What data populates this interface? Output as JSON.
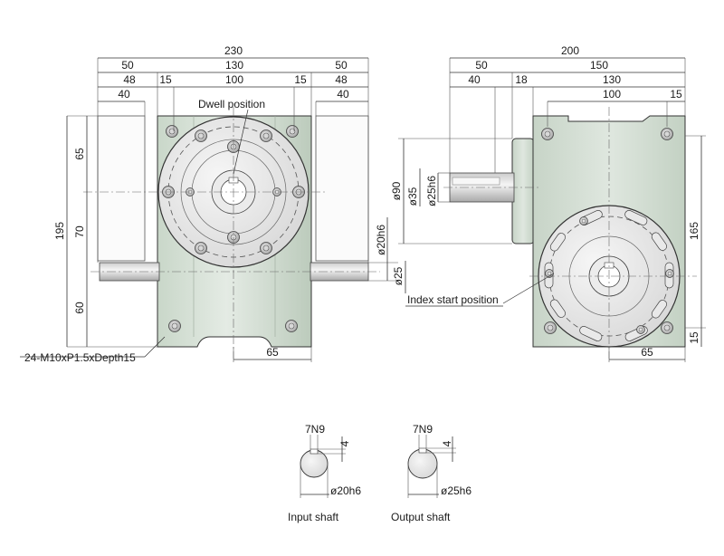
{
  "front": {
    "dims": {
      "overall_width": "230",
      "side_left": "50",
      "body_width": "130",
      "side_right": "50",
      "off_left": "48",
      "gap_left": "15",
      "bolt_span": "100",
      "gap_right": "15",
      "off_right": "48",
      "shaft_len_left": "40",
      "shaft_len_right": "40",
      "top_height": "65",
      "overall_height": "195",
      "mid_height": "70",
      "bottom_height": "60",
      "bottom_offset": "65",
      "input_shaft_dia": "ø20h6",
      "input_bore_dia": "ø25"
    },
    "labels": {
      "dwell": "Dwell position",
      "tapped_holes": "24-M10xP1.5xDepth15"
    }
  },
  "side": {
    "dims": {
      "overall_width": "200",
      "shaft_side": "50",
      "body_depth": "150",
      "shaft_len": "40",
      "flange": "18",
      "body_inner": "130",
      "bolt_span": "100",
      "edge_right": "15",
      "flange_dia": "ø90",
      "hub_dia": "ø35",
      "shaft_dia": "ø25h6",
      "height": "165",
      "bottom_edge": "15",
      "bottom_offset": "65"
    },
    "labels": {
      "index_start": "Index start position"
    }
  },
  "keyways": {
    "input": {
      "key_width": "7N9",
      "key_depth": "4",
      "dia": "ø20h6",
      "caption": "Input shaft"
    },
    "output": {
      "key_width": "7N9",
      "key_depth": "4",
      "dia": "ø25h6",
      "caption": "Output shaft"
    }
  }
}
